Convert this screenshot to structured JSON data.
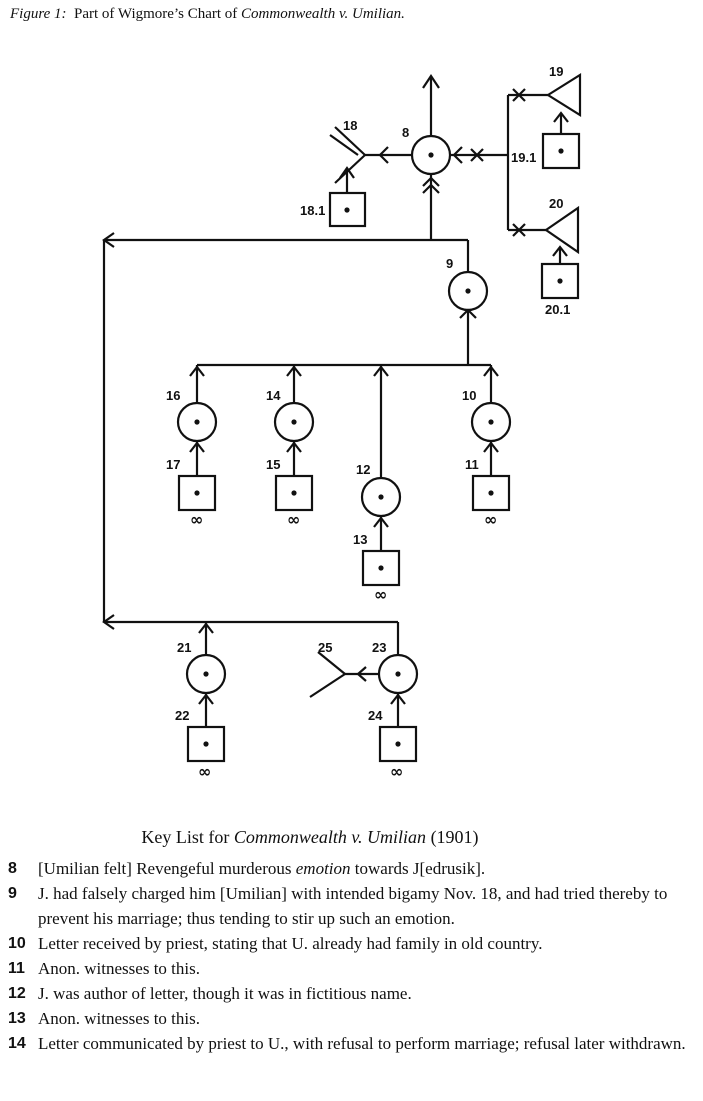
{
  "caption": {
    "figure": "Figure 1:",
    "prefix": "Part of Wigmore’s Chart of",
    "case": "Commonwealth v. Umilian."
  },
  "diagram": {
    "labels": {
      "n8": "8",
      "n9": "9",
      "n10": "10",
      "n11": "11",
      "n12": "12",
      "n13": "13",
      "n14": "14",
      "n15": "15",
      "n16": "16",
      "n17": "17",
      "n18": "18",
      "n18_1": "18.1",
      "n19": "19",
      "n19_1": "19.1",
      "n20": "20",
      "n20_1": "20.1",
      "n21": "21",
      "n22": "22",
      "n23": "23",
      "n24": "24",
      "n25": "25"
    },
    "infinity": "∞"
  },
  "key": {
    "title_prefix": "Key List for",
    "title_case": "Commonwealth v. Umilian",
    "title_year": "(1901)",
    "items": [
      {
        "num": "8",
        "before": "[Umilian felt] Revengeful murderous",
        "em": "emotion",
        "after": "towards J[edrusik]."
      },
      {
        "num": "9",
        "text": "J. had falsely charged him [Umilian] with intended bigamy Nov. 18, and had tried thereby to prevent his marriage;  thus tending to stir up such an emotion."
      },
      {
        "num": "10",
        "text": "Letter received by priest, stating that U. already had family in old country."
      },
      {
        "num": "11",
        "text": "Anon. witnesses to this."
      },
      {
        "num": "12",
        "text": "J. was author of letter, though it was in fictitious name."
      },
      {
        "num": "13",
        "text": "Anon. witnesses to this."
      },
      {
        "num": "14",
        "text": "Letter communicated by priest to U., with refusal to perform marriage;  refusal later withdrawn."
      }
    ]
  }
}
